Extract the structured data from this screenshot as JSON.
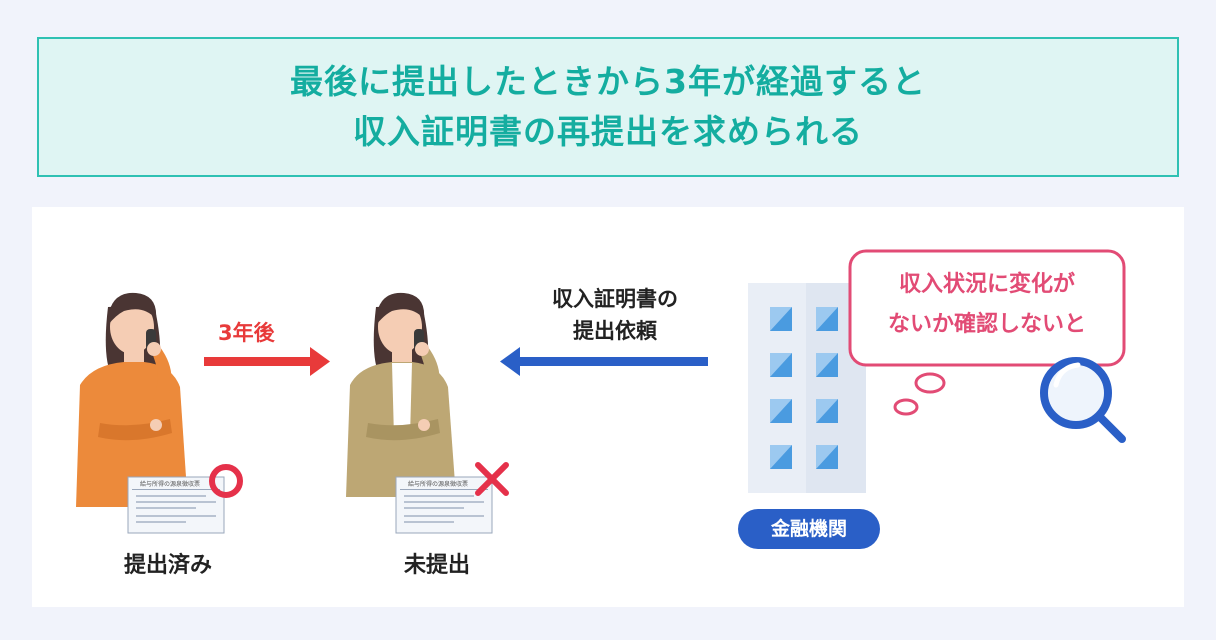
{
  "banner": {
    "line1": "最後に提出したときから3年が経過すると",
    "line2": "収入証明書の再提出を求められる"
  },
  "left_person": {
    "label": "提出済み",
    "status_icon": "circle-icon",
    "document_title": "給与所得の源泉徴収票",
    "clothing_color": "#ec8a3b"
  },
  "arrow_right": {
    "label": "3年後",
    "color": "#e83a3a"
  },
  "middle_person": {
    "label": "未提出",
    "status_icon": "cross-icon",
    "document_title": "給与所得の源泉徴収票",
    "clothing_color": "#bda774"
  },
  "arrow_left": {
    "label_line1": "収入証明書の",
    "label_line2": "提出依頼",
    "color": "#2a5fc7"
  },
  "bank": {
    "label": "金融機関",
    "badge_color": "#2a5fc7"
  },
  "speech": {
    "line1": "収入状況に変化が",
    "line2": "ないか確認しないと",
    "color": "#e24b75"
  },
  "magnifier_icon": "magnifier-icon"
}
